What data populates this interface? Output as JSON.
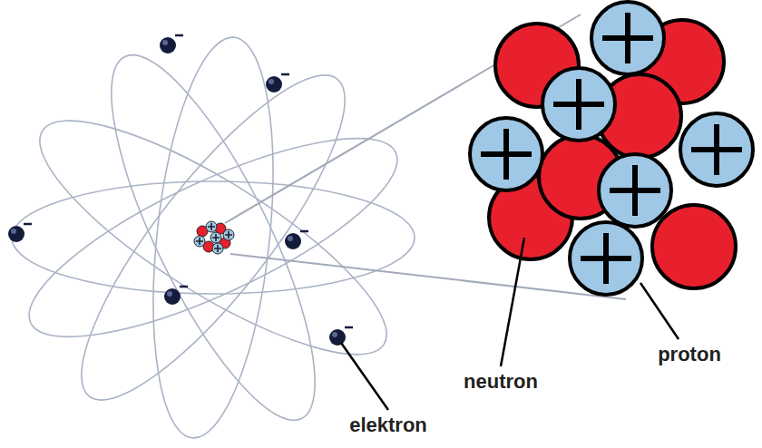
{
  "diagram": {
    "labels": [
      "neutron",
      "proton",
      "elektron"
    ]
  }
}
